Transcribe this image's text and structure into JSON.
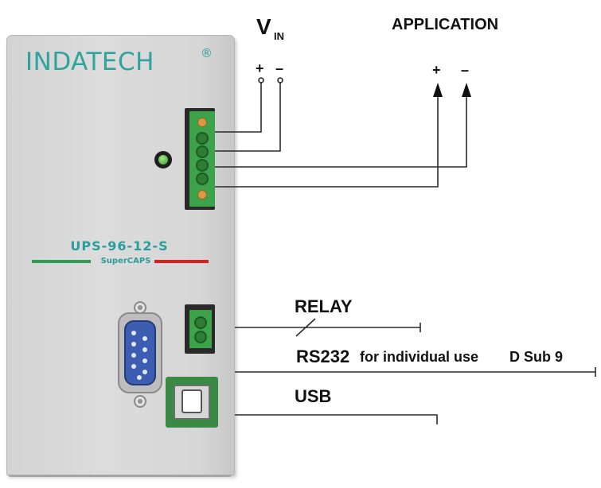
{
  "brand": {
    "logo_text": "INDATECH",
    "registered_mark": "®"
  },
  "product": {
    "model": "UPS-96-12-S",
    "subtitle": "SuperCAPS"
  },
  "inputs": {
    "vin_label": "V",
    "vin_subscript": "IN",
    "vin_plus": "+",
    "vin_minus": "–"
  },
  "outputs": {
    "application_label": "APPLICATION",
    "app_plus": "+",
    "app_minus": "–"
  },
  "interfaces": {
    "relay_label": "RELAY",
    "rs232_label": "RS232",
    "rs232_description": "for individual use",
    "dsub_label": "D Sub 9",
    "usb_label": "USB"
  },
  "colors": {
    "brand_teal": "#2fa39c",
    "terminal_green": "#3da34a",
    "led_green": "#5cc24a",
    "line_green": "#2f9e52",
    "line_red": "#d42121",
    "dsub_blue": "#3d5db0"
  }
}
